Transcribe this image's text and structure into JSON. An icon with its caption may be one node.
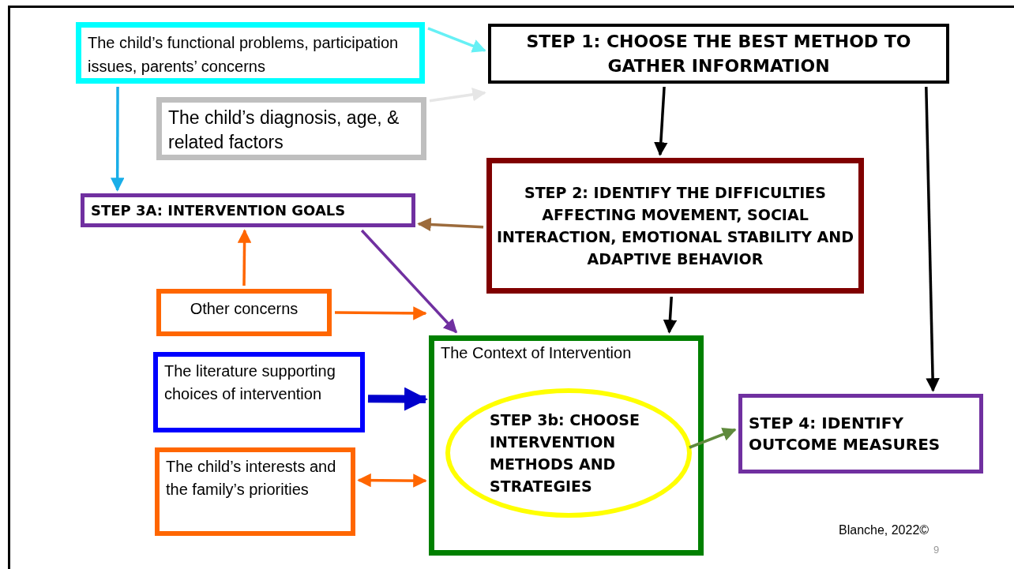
{
  "diagram": {
    "nodes": [
      {
        "text": [
          "The child’s functional problems, participation issues,  parents’ concerns"
        ]
      },
      {
        "text": [
          "The child’s diagnosis, age, & related factors"
        ]
      },
      {
        "text": [
          "STEP 1: CHOOSE THE BEST METHOD TO GATHER INFORMATION"
        ]
      },
      {
        "text": [
          "STEP 3A: INTERVENTION GOALS"
        ]
      },
      {
        "text": [
          "STEP 2:   IDENTIFY THE DIFFICULTIES AFFECTING MOVEMENT, SOCIAL INTERACTION, EMOTIONAL STABILITY AND ADAPTIVE BEHAVIOR"
        ]
      },
      {
        "text": [
          "Other concerns"
        ]
      },
      {
        "text": [
          "The literature supporting choices of intervention"
        ]
      },
      {
        "text": [
          "The child’s interests and the family’s priorities"
        ]
      },
      {
        "text": [
          "The Context of Intervention"
        ]
      },
      {
        "text": [
          "STEP 3b: CHOOSE INTERVENTION METHODS AND STRATEGIES"
        ],
        "in": 8
      },
      {
        "text": [
          "STEP 4: IDENTIFY OUTCOME MEASURES"
        ]
      }
    ],
    "edges": [
      {
        "from": 0,
        "to": 2,
        "arrow": "to",
        "color": "#66f0f5"
      },
      {
        "from": 1,
        "to": 2,
        "arrow": "to",
        "color": "#e6e6e6"
      },
      {
        "from": 0,
        "to": 3,
        "arrow": "to",
        "color": "#19aee8"
      },
      {
        "from": 2,
        "to": 4,
        "arrow": "to",
        "color": "#000000"
      },
      {
        "from": 2,
        "to": 10,
        "arrow": "to",
        "color": "#000000"
      },
      {
        "from": 4,
        "to": 3,
        "arrow": "to",
        "color": "#9c6b3c"
      },
      {
        "from": 3,
        "to": 8,
        "arrow": "to",
        "color": "#7030a0"
      },
      {
        "from": 5,
        "to": 3,
        "arrow": "to",
        "color": "#ff6600"
      },
      {
        "from": 5,
        "to": 8,
        "arrow": "to",
        "color": "#ff6600"
      },
      {
        "from": 6,
        "to": 8,
        "arrow": "to",
        "style": "thick",
        "color": "#0000cc"
      },
      {
        "from": 7,
        "to": 8,
        "arrow": "both",
        "color": "#ff6600"
      },
      {
        "from": 4,
        "to": 8,
        "arrow": "to",
        "color": "#000000"
      },
      {
        "from": 9,
        "to": 10,
        "arrow": "to",
        "color": "#5f8a3c"
      }
    ],
    "labels": [
      "Blanche, 2022©",
      "9"
    ]
  }
}
